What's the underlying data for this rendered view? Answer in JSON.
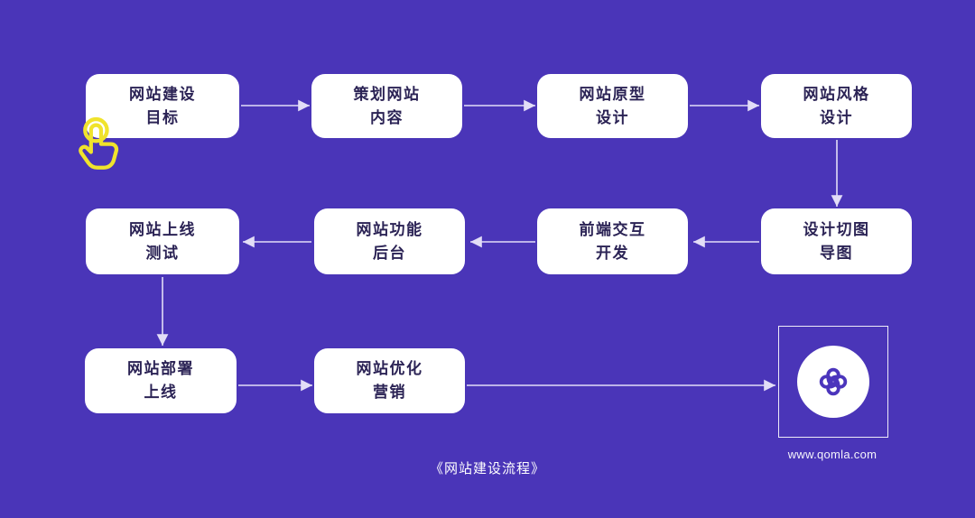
{
  "colors": {
    "background": "#4a35b8",
    "box_bg": "#ffffff",
    "box_text": "#2b2355",
    "arrow": "#e2ddf7",
    "highlight": "#f0e32c",
    "logo": "#4b35bc"
  },
  "flowchart": {
    "nodes": [
      {
        "line1": "网站建设",
        "line2": "目标"
      },
      {
        "line1": "策划网站",
        "line2": "内容"
      },
      {
        "line1": "网站原型",
        "line2": "设计"
      },
      {
        "line1": "网站风格",
        "line2": "设计"
      },
      {
        "line1": "网站上线",
        "line2": "测试"
      },
      {
        "line1": "网站功能",
        "line2": "后台"
      },
      {
        "line1": "前端交互",
        "line2": "开发"
      },
      {
        "line1": "设计切图",
        "line2": "导图"
      },
      {
        "line1": "网站部署",
        "line2": "上线"
      },
      {
        "line1": "网站优化",
        "line2": "营销"
      }
    ]
  },
  "caption": "《网站建设流程》",
  "logo": {
    "website": "www.qomla.com"
  }
}
